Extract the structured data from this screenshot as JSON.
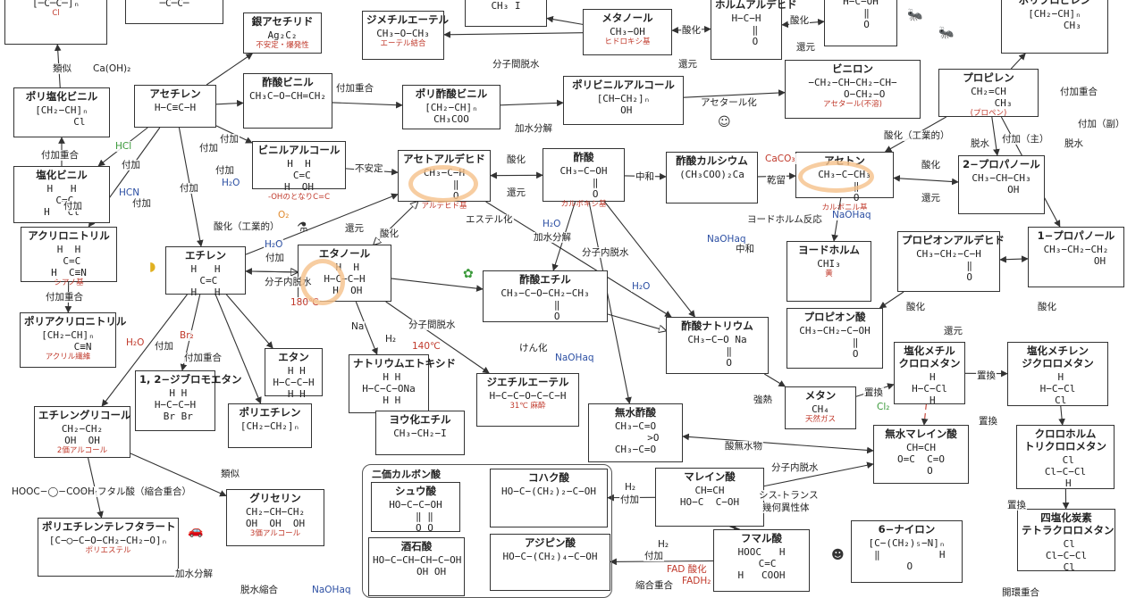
{
  "nodes": [
    {
      "id": "pvc-top",
      "name": "",
      "formula": "[─C─C─]ₙ",
      "note": "Cl"
    },
    {
      "id": "ethylene-top",
      "name": "",
      "formula": "─C─C─",
      "note": ""
    },
    {
      "id": "silver-acetylide",
      "name": "銀アセチリド",
      "formula": "Ag₂C₂",
      "note": "不安定・爆発性"
    },
    {
      "id": "dimethyl-ether",
      "name": "ジメチルエーテル",
      "formula": "CH₃−O−CH₃",
      "note": "エーテル結合"
    },
    {
      "id": "methyl-iodide",
      "name": "",
      "formula": "CH₃ I",
      "note": ""
    },
    {
      "id": "methanol",
      "name": "メタノール",
      "formula": "CH₃−OH",
      "note": "ヒドロキシ基"
    },
    {
      "id": "formaldehyde",
      "name": "ホルムアルデヒド",
      "formula": "H−C−H\n   ‖\n   O",
      "note": ""
    },
    {
      "id": "formic-acid",
      "name": "",
      "formula": "H−C−OH\n  ‖\n  O",
      "note": ""
    },
    {
      "id": "polypropylene",
      "name": "ポリプロピレン",
      "formula": "[CH₂−CH]ₙ\n      CH₃",
      "note": ""
    },
    {
      "id": "polyvinyl-chloride",
      "name": "ポリ塩化ビニル",
      "formula": "[CH₂−CH]ₙ\n      Cl",
      "note": ""
    },
    {
      "id": "acetylene",
      "name": "アセチレン",
      "formula": "H−C≡C−H",
      "note": ""
    },
    {
      "id": "vinyl-acetate",
      "name": "酢酸ビニル",
      "formula": "CH₃C−O−CH=CH₂",
      "note": ""
    },
    {
      "id": "polyvinyl-acetate",
      "name": "ポリ酢酸ビニル",
      "formula": "[CH₂−CH]ₙ\nCH₃COO",
      "note": ""
    },
    {
      "id": "polyvinyl-alcohol",
      "name": "ポリビニルアルコール",
      "formula": "[CH−CH₂]ₙ\n OH",
      "note": ""
    },
    {
      "id": "vinylon",
      "name": "ビニロン",
      "formula": "−CH₂−CH−CH₂−CH−\n    O−CH₂−O",
      "note": "アセタール(不溶)"
    },
    {
      "id": "propylene",
      "name": "プロピレン",
      "formula": "CH₂=CH\n     CH₃",
      "note": "(プロペン)"
    },
    {
      "id": "vinyl-chloride",
      "name": "塩化ビニル",
      "formula": "H   H\n C=C\nH   Cl",
      "note": ""
    },
    {
      "id": "vinyl-alcohol",
      "name": "ビニルアルコール",
      "formula": "H  H\n C=C\nH  OH",
      "note": "-OHのとなりC=C"
    },
    {
      "id": "acetaldehyde",
      "name": "アセトアルデヒド",
      "formula": "CH₃−C−H\n    ‖\n    O",
      "note": "アルデヒド基"
    },
    {
      "id": "acetic-acid",
      "name": "酢酸",
      "formula": "CH₃−C−OH\n    ‖\n    O",
      "note": "カルボキシ基"
    },
    {
      "id": "calcium-acetate",
      "name": "酢酸カルシウム",
      "formula": "(CH₃COO)₂Ca",
      "note": ""
    },
    {
      "id": "acetone",
      "name": "アセトン",
      "formula": "CH₃−C−CH₃\n    ‖\n    O",
      "note": "カルボニル基"
    },
    {
      "id": "2-propanol",
      "name": "2−プロパノール",
      "formula": "CH₃−CH−CH₃\n    OH",
      "note": ""
    },
    {
      "id": "acrylonitrile",
      "name": "アクリロニトリル",
      "formula": "H  H\n C=C\nH  C≡N",
      "note": "シアノ基"
    },
    {
      "id": "ethylene",
      "name": "エチレン",
      "formula": "H   H\n C=C\nH   H",
      "note": ""
    },
    {
      "id": "ethanol",
      "name": "エタノール",
      "formula": " H  H\nH−C−C−H\n H  OH",
      "note": ""
    },
    {
      "id": "ethyl-acetate",
      "name": "酢酸エチル",
      "formula": "CH₃−C−O−CH₂−CH₃\n    ‖\n    O",
      "note": ""
    },
    {
      "id": "iodoform",
      "name": "ヨードホルム",
      "formula": "CHI₃",
      "note": "黄"
    },
    {
      "id": "propionaldehyde",
      "name": "プロピオンアルデヒド",
      "formula": "CH₃−CH₂−C−H\n       ‖\n       O",
      "note": ""
    },
    {
      "id": "1-propanol",
      "name": "1−プロパノール",
      "formula": "CH₃−CH₂−CH₂\n        OH",
      "note": ""
    },
    {
      "id": "polyacrylonitrile",
      "name": "ポリアクリロニトリル",
      "formula": "[CH₂−CH]ₙ\n     C≡N",
      "note": "アクリル繊維"
    },
    {
      "id": "sodium-acetate",
      "name": "酢酸ナトリウム",
      "formula": "CH₃−C−O Na\n    ‖\n    O",
      "note": ""
    },
    {
      "id": "propionic-acid",
      "name": "プロピオン酸",
      "formula": "CH₃−CH₂−C−OH\n       ‖\n       O",
      "note": ""
    },
    {
      "id": "ethane",
      "name": "エタン",
      "formula": " H H\nH−C−C−H\n H H",
      "note": ""
    },
    {
      "id": "sodium-ethoxide",
      "name": "ナトリウムエトキシド",
      "formula": " H H\nH−C−C−ONa\n H H",
      "note": ""
    },
    {
      "id": "diethyl-ether",
      "name": "ジエチルエーテル",
      "formula": "H−C−C−O−C−C−H",
      "note": "31℃ 麻酔"
    },
    {
      "id": "chloromethane",
      "name": "塩化メチル\nクロロメタン",
      "formula": " H\nH−C−Cl\n H",
      "note": ""
    },
    {
      "id": "dichloromethane",
      "name": "塩化メチレン\nジクロロメタン",
      "formula": " H\nH−C−Cl\n Cl",
      "note": ""
    },
    {
      "id": "dibromoethane",
      "name": "1, 2−ジブロモエタン",
      "formula": " H H\nH−C−C−H\n Br Br",
      "note": ""
    },
    {
      "id": "polyethylene",
      "name": "ポリエチレン",
      "formula": "[CH₂−CH₂]ₙ",
      "note": ""
    },
    {
      "id": "ethyl-iodide",
      "name": "ヨウ化エチル",
      "formula": "CH₃−CH₂−I",
      "note": ""
    },
    {
      "id": "acetic-anhydride",
      "name": "無水酢酸",
      "formula": "CH₃−C=O\n      >O\nCH₃−C=O",
      "note": ""
    },
    {
      "id": "methane",
      "name": "メタン",
      "formula": "CH₄",
      "note": "天然ガス"
    },
    {
      "id": "maleic-anhydride",
      "name": "無水マレイン酸",
      "formula": "CH=CH\nO=C  C=O\n   O",
      "note": ""
    },
    {
      "id": "ethylene-glycol",
      "name": "エチレングリコール",
      "formula": "CH₂−CH₂\nOH  OH",
      "note": "2価アルコール"
    },
    {
      "id": "chloroform",
      "name": "クロロホルム\nトリクロロメタン",
      "formula": " Cl\nCl−C−Cl\n H",
      "note": ""
    },
    {
      "id": "oxalic-acid",
      "name": "シュウ酸",
      "formula": "HO−C−C−OH\n   ‖ ‖\n   O O",
      "note": ""
    },
    {
      "id": "succinic-acid",
      "name": "コハク酸",
      "formula": "HO−C−(CH₂)₂−C−OH",
      "note": ""
    },
    {
      "id": "maleic-acid",
      "name": "マレイン酸",
      "formula": "CH=CH\nHO−C  C−OH",
      "note": ""
    },
    {
      "id": "pet",
      "name": "ポリエチレンテレフタラート",
      "formula": "[C−◯−C−O−CH₂−CH₂−O]ₙ",
      "note": "ポリエステル"
    },
    {
      "id": "glycerin",
      "name": "グリセリン",
      "formula": "CH₂−CH−CH₂\nOH  OH  OH",
      "note": "3価アルコール"
    },
    {
      "id": "tartaric-acid",
      "name": "酒石酸",
      "formula": "HO−C−CH−CH−C−OH\n     OH OH",
      "note": ""
    },
    {
      "id": "adipic-acid",
      "name": "アジピン酸",
      "formula": "HO−C−(CH₂)₄−C−OH",
      "note": ""
    },
    {
      "id": "fumaric-acid",
      "name": "フマル酸",
      "formula": "HOOC   H\n  C=C\nH   COOH",
      "note": ""
    },
    {
      "id": "nylon-6",
      "name": "6−ナイロン",
      "formula": "[C−(CH₂)₅−N]ₙ\n ‖          H\n O",
      "note": ""
    },
    {
      "id": "carbon-tetrachloride",
      "name": "四塩化炭素\nテトラクロロメタン",
      "formula": " Cl\nCl−C−Cl\n Cl",
      "note": ""
    }
  ],
  "groups": [
    {
      "id": "dicarboxylic",
      "title": "二価カルボン酸"
    }
  ],
  "relations": [
    {
      "id": "r-ruiji1",
      "label": "類似"
    },
    {
      "id": "r-caoh",
      "label": "Ca(OH)₂"
    },
    {
      "id": "r-add-poly1",
      "label": "付加重合"
    },
    {
      "id": "r-add-poly2",
      "label": "付加重合"
    },
    {
      "id": "r-add-poly3",
      "label": "付加重合"
    },
    {
      "id": "r-add-poly4",
      "label": "付加重合"
    },
    {
      "id": "r-add-poly5",
      "label": "付加重合"
    },
    {
      "id": "r-intermolecular",
      "label": "分子間脱水"
    },
    {
      "id": "r-oxidize1",
      "label": "酸化"
    },
    {
      "id": "r-oxidize2",
      "label": "酸化"
    },
    {
      "id": "r-reduce1",
      "label": "還元"
    },
    {
      "id": "r-reduce2",
      "label": "還元"
    },
    {
      "id": "r-acetal",
      "label": "アセタール化"
    },
    {
      "id": "r-hydrolysis1",
      "label": "加水分解"
    },
    {
      "id": "r-addition1",
      "label": "付加"
    },
    {
      "id": "r-addition2",
      "label": "付加"
    },
    {
      "id": "r-addition3",
      "label": "付加"
    },
    {
      "id": "r-addition4",
      "label": "付加"
    },
    {
      "id": "r-addition5",
      "label": "付加"
    },
    {
      "id": "r-addition6",
      "label": "付加"
    },
    {
      "id": "r-addition7",
      "label": "付加"
    },
    {
      "id": "r-hcl",
      "label": "HCl"
    },
    {
      "id": "r-hcn",
      "label": "HCN"
    },
    {
      "id": "r-h2o1",
      "label": "H₂O"
    },
    {
      "id": "r-unstable",
      "label": "不安定"
    },
    {
      "id": "r-oxidize3",
      "label": "酸化"
    },
    {
      "id": "r-reduce3",
      "label": "還元"
    },
    {
      "id": "r-neutral1",
      "label": "中和"
    },
    {
      "id": "r-caco3",
      "label": "CaCO₃"
    },
    {
      "id": "r-dry-dist",
      "label": "乾留"
    },
    {
      "id": "r-oxidize4",
      "label": "酸化"
    },
    {
      "id": "r-reduce4",
      "label": "還元"
    },
    {
      "id": "r-oxid-ind",
      "label": "酸化（工業的）"
    },
    {
      "id": "r-dehyd1",
      "label": "脱水"
    },
    {
      "id": "r-add-main",
      "label": "付加（主）"
    },
    {
      "id": "r-dehyd2",
      "label": "脱水"
    },
    {
      "id": "r-add-sub",
      "label": "付加（副）"
    },
    {
      "id": "r-oxid-ind2",
      "label": "酸化（工業的）"
    },
    {
      "id": "r-o2",
      "label": "O₂"
    },
    {
      "id": "r-addition8",
      "label": "付加"
    },
    {
      "id": "r-h2o2",
      "label": "H₂O"
    },
    {
      "id": "r-reduce5",
      "label": "還元"
    },
    {
      "id": "r-oxidize5",
      "label": "酸化"
    },
    {
      "id": "r-ester",
      "label": "エステル化"
    },
    {
      "id": "r-h2o3",
      "label": "H₂O"
    },
    {
      "id": "r-hydrolysis2",
      "label": "加水分解"
    },
    {
      "id": "r-intramol1",
      "label": "分子内脱水"
    },
    {
      "id": "r-h2o4",
      "label": "H₂O"
    },
    {
      "id": "r-iodoform",
      "label": "ヨードホルム反応"
    },
    {
      "id": "r-naoh1",
      "label": "NaOHaq"
    },
    {
      "id": "r-neutral2",
      "label": "中和"
    },
    {
      "id": "r-naoh2",
      "label": "NaOHaq"
    },
    {
      "id": "r-oxidize6",
      "label": "酸化"
    },
    {
      "id": "r-reduce6",
      "label": "還元"
    },
    {
      "id": "r-oxidize7",
      "label": "酸化"
    },
    {
      "id": "r-dehyd3",
      "label": "分子内脱水"
    },
    {
      "id": "r-180",
      "label": "180℃"
    },
    {
      "id": "r-na",
      "label": "Na"
    },
    {
      "id": "r-h2",
      "label": "H₂"
    },
    {
      "id": "r-intermol2",
      "label": "分子間脱水"
    },
    {
      "id": "r-140",
      "label": "140℃"
    },
    {
      "id": "r-saponify",
      "label": "けん化"
    },
    {
      "id": "r-naoh3",
      "label": "NaOHaq"
    },
    {
      "id": "r-addition9",
      "label": "付加"
    },
    {
      "id": "r-br2",
      "label": "Br₂"
    },
    {
      "id": "r-h2o5",
      "label": "H₂O"
    },
    {
      "id": "r-heat",
      "label": "強熱"
    },
    {
      "id": "r-subst1",
      "label": "置換"
    },
    {
      "id": "r-subst2",
      "label": "置換"
    },
    {
      "id": "r-subst3",
      "label": "置換"
    },
    {
      "id": "r-subst4",
      "label": "置換"
    },
    {
      "id": "r-cl2",
      "label": "Cl₂"
    },
    {
      "id": "r-acid-anh",
      "label": "酸無水物"
    },
    {
      "id": "r-intramol2",
      "label": "分子内脱水"
    },
    {
      "id": "r-cis-trans",
      "label": "シス-トランス"
    },
    {
      "id": "r-geo-iso",
      "label": "幾何異性体"
    },
    {
      "id": "r-h2b",
      "label": "H₂"
    },
    {
      "id": "r-addition10",
      "label": "付加"
    },
    {
      "id": "r-h2c",
      "label": "H₂"
    },
    {
      "id": "r-addition11",
      "label": "付加"
    },
    {
      "id": "r-ruiji2",
      "label": "類似"
    },
    {
      "id": "r-terephthalic",
      "label": "テレフタル酸（縮合重合）"
    },
    {
      "id": "r-hooc",
      "label": "HOOC−◯−COOH"
    },
    {
      "id": "r-hydrolysis3",
      "label": "加水分解"
    },
    {
      "id": "r-dehyd-cond",
      "label": "脱水縮合"
    },
    {
      "id": "r-naoh4",
      "label": "NaOHaq"
    },
    {
      "id": "r-cond-poly",
      "label": "縮合重合"
    },
    {
      "id": "r-ring-poly",
      "label": "開環重合"
    },
    {
      "id": "r-fad",
      "label": "FAD 酸化"
    },
    {
      "id": "r-fadh2",
      "label": "FADH₂"
    }
  ],
  "colors": {
    "line": "#333333",
    "accent_red": "#c0392b",
    "accent_blue": "#2c4fa3",
    "accent_green": "#3a9a3a",
    "accent_orange": "#e08a2e",
    "highlight": "#f5c08a"
  },
  "icons": [
    "bug-icon",
    "flask-icon",
    "banana-icon",
    "plant-icon",
    "car-icon",
    "shirt-icon",
    "pill-icon"
  ]
}
